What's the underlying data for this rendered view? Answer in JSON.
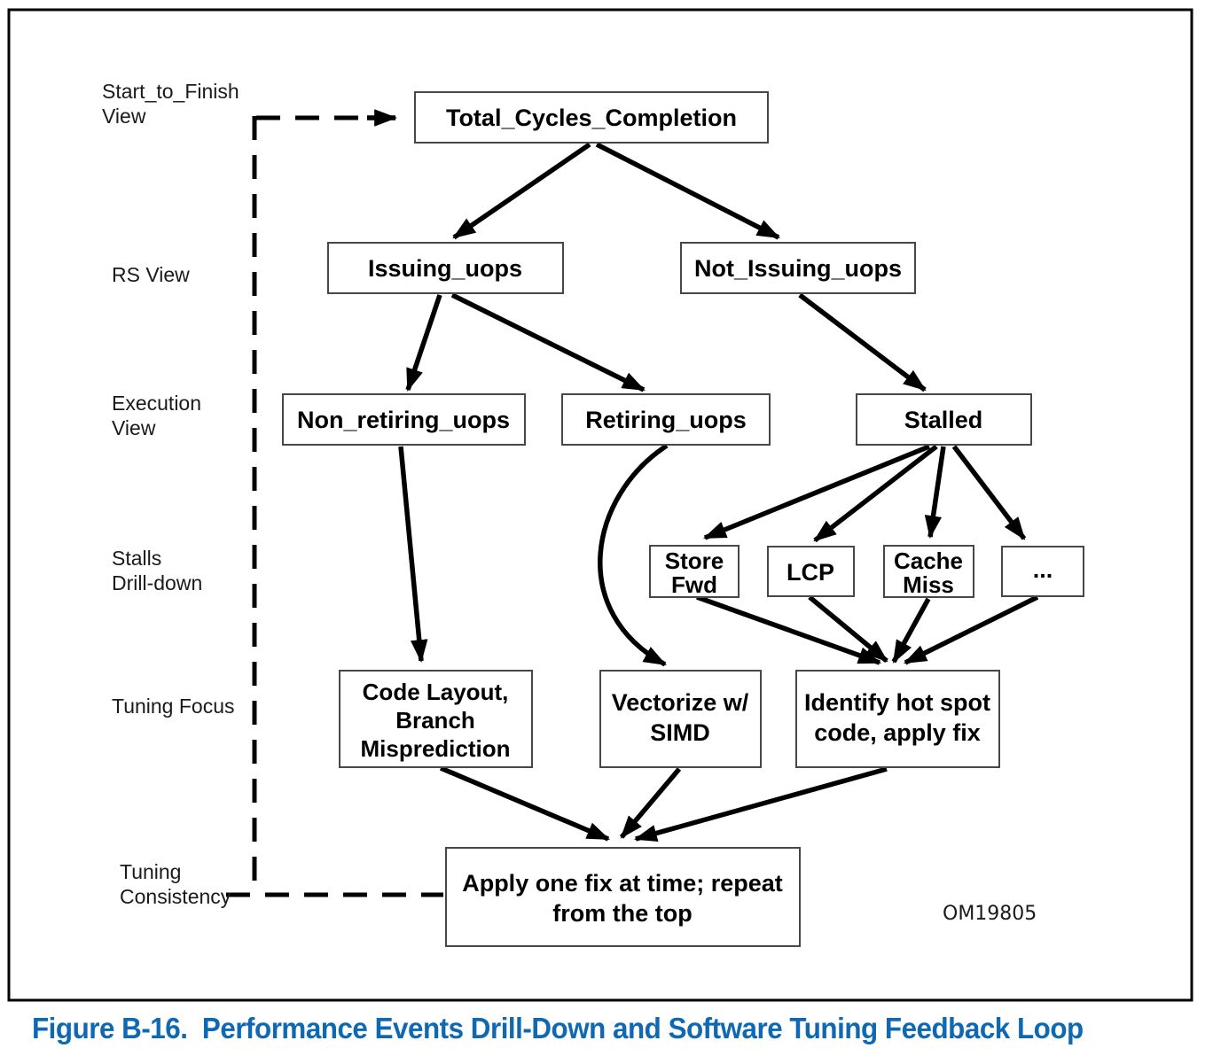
{
  "figure": {
    "caption": "Figure B-16.  Performance Events Drill-Down and Software Tuning Feedback Loop",
    "watermark": "OM19805"
  },
  "colors": {
    "caption_blue": "#0f68b2",
    "diagram_ink": "#000000",
    "box_border": "#474747"
  },
  "row_labels": {
    "start_to_finish": {
      "line1": "Start_to_Finish",
      "line2": "View"
    },
    "rs": {
      "line1": "RS View"
    },
    "execution": {
      "line1": "Execution",
      "line2": "View"
    },
    "stalls": {
      "line1": "Stalls",
      "line2": "Drill-down"
    },
    "tuning_focus": {
      "line1": "Tuning Focus"
    },
    "tuning_consistency": {
      "line1": "Tuning",
      "line2": "Consistency"
    }
  },
  "nodes": {
    "total_cycles": {
      "label": "Total_Cycles_Completion"
    },
    "issuing": {
      "label": "Issuing_uops"
    },
    "not_issuing": {
      "label": "Not_Issuing_uops"
    },
    "non_retiring": {
      "label": "Non_retiring_uops"
    },
    "retiring": {
      "label": "Retiring_uops"
    },
    "stalled": {
      "label": "Stalled"
    },
    "store_fwd": {
      "line1": "Store",
      "line2": "Fwd"
    },
    "lcp": {
      "label": "LCP"
    },
    "cache_miss": {
      "line1": "Cache",
      "line2": "Miss"
    },
    "more": {
      "label": "..."
    },
    "code_layout": {
      "line1": "Code Layout,",
      "line2": "Branch",
      "line3": "Misprediction"
    },
    "vectorize": {
      "line1": "Vectorize w/",
      "line2": "SIMD"
    },
    "identify": {
      "line1": "Identify hot spot",
      "line2": "code, apply fix"
    },
    "apply_fix": {
      "line1": "Apply one fix at time; repeat",
      "line2": "from the top"
    }
  }
}
